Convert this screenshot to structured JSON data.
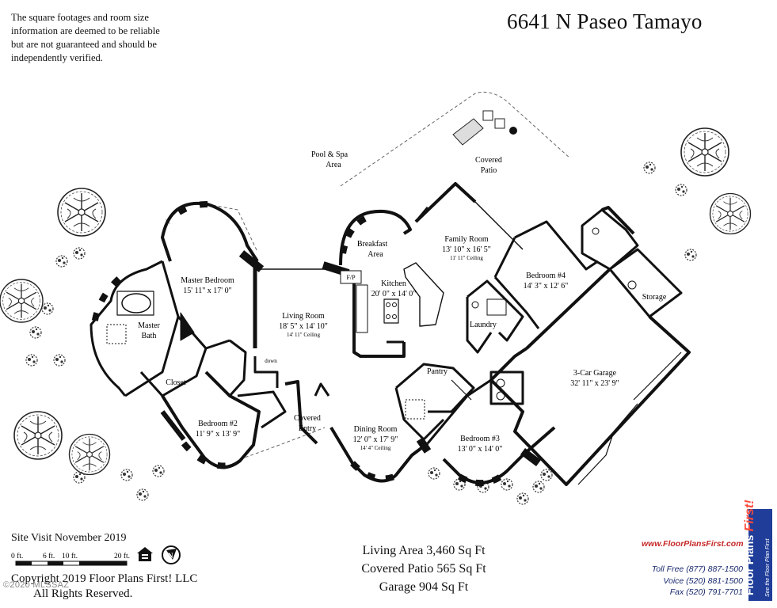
{
  "header": {
    "disclaimer": "The square footages and room size information are deemed to be reliable but are not guaranteed and should be independently verified.",
    "address": "6641 N Paseo Tamayo"
  },
  "rooms": {
    "pool_spa": [
      "Pool & Spa",
      "Area"
    ],
    "covered_patio": [
      "Covered",
      "Patio"
    ],
    "master_bedroom": {
      "name": "Master Bedroom",
      "size": "15' 11\" x 17' 0\""
    },
    "master_bath": [
      "Master",
      "Bath"
    ],
    "closet": "Closet",
    "bedroom2": {
      "name": "Bedroom #2",
      "size": "11' 9\" x 13' 9\""
    },
    "living_room": {
      "name": "Living Room",
      "size": "18' 5\" x 14' 10\"",
      "ceiling": "14' 11\" Ceiling"
    },
    "down": "down",
    "covered_entry": [
      "Covered",
      "Entry"
    ],
    "breakfast": [
      "Breakfast",
      "Area"
    ],
    "fp": "F/P",
    "kitchen": {
      "name": "Kitchen",
      "size": "20' 0\" x 14' 0\""
    },
    "family_room": {
      "name": "Family Room",
      "size": "13' 10\" x 16' 5\"",
      "ceiling": "11' 11\" Ceiling"
    },
    "bedroom4": {
      "name": "Bedroom #4",
      "size": "14' 3\" x 12' 6\""
    },
    "laundry": "Laundry",
    "storage": "Storage",
    "garage": {
      "name": "3-Car Garage",
      "size": "32' 11\" x 23' 9\""
    },
    "pantry": "Pantry",
    "dining_room": {
      "name": "Dining Room",
      "size": "12' 0\" x 17' 9\"",
      "ceiling": "14' 4\" Ceiling"
    },
    "bedroom3": {
      "name": "Bedroom #3",
      "size": "13' 0\" x 14' 0\""
    }
  },
  "footer": {
    "site_visit": "Site Visit November 2019",
    "scale_labels": [
      "0 ft.",
      "6 ft.",
      "10 ft.",
      "20 ft."
    ],
    "copyright_line1": "Copyright 2019 Floor Plans First! LLC",
    "copyright_line2": "All Rights Reserved.",
    "watermark": "©2020 MLSSAZ",
    "areas": [
      "Living Area 3,460 Sq Ft",
      "Covered Patio 565 Sq Ft",
      "Garage 904 Sq Ft"
    ],
    "url": "www.FloorPlansFirst.com",
    "contact": [
      "Toll Free (877) 887-1500",
      "Voice (520) 881-1500",
      "Fax (520) 791-7701"
    ],
    "logo_name": "Floor Plans",
    "logo_mark": "First!",
    "logo_tagline": "See the Floor Plan First",
    "north": "N"
  },
  "icons": [
    "tree-icon",
    "shrub-icon",
    "equal-housing-icon",
    "north-arrow-icon",
    "grill-icon",
    "fireplace-icon"
  ],
  "colors": {
    "wall": "#111111",
    "logo_blue": "#1f3d99",
    "logo_red": "#ff4a3a",
    "url_red": "#c62828",
    "contact_blue": "#1a2a6e"
  }
}
